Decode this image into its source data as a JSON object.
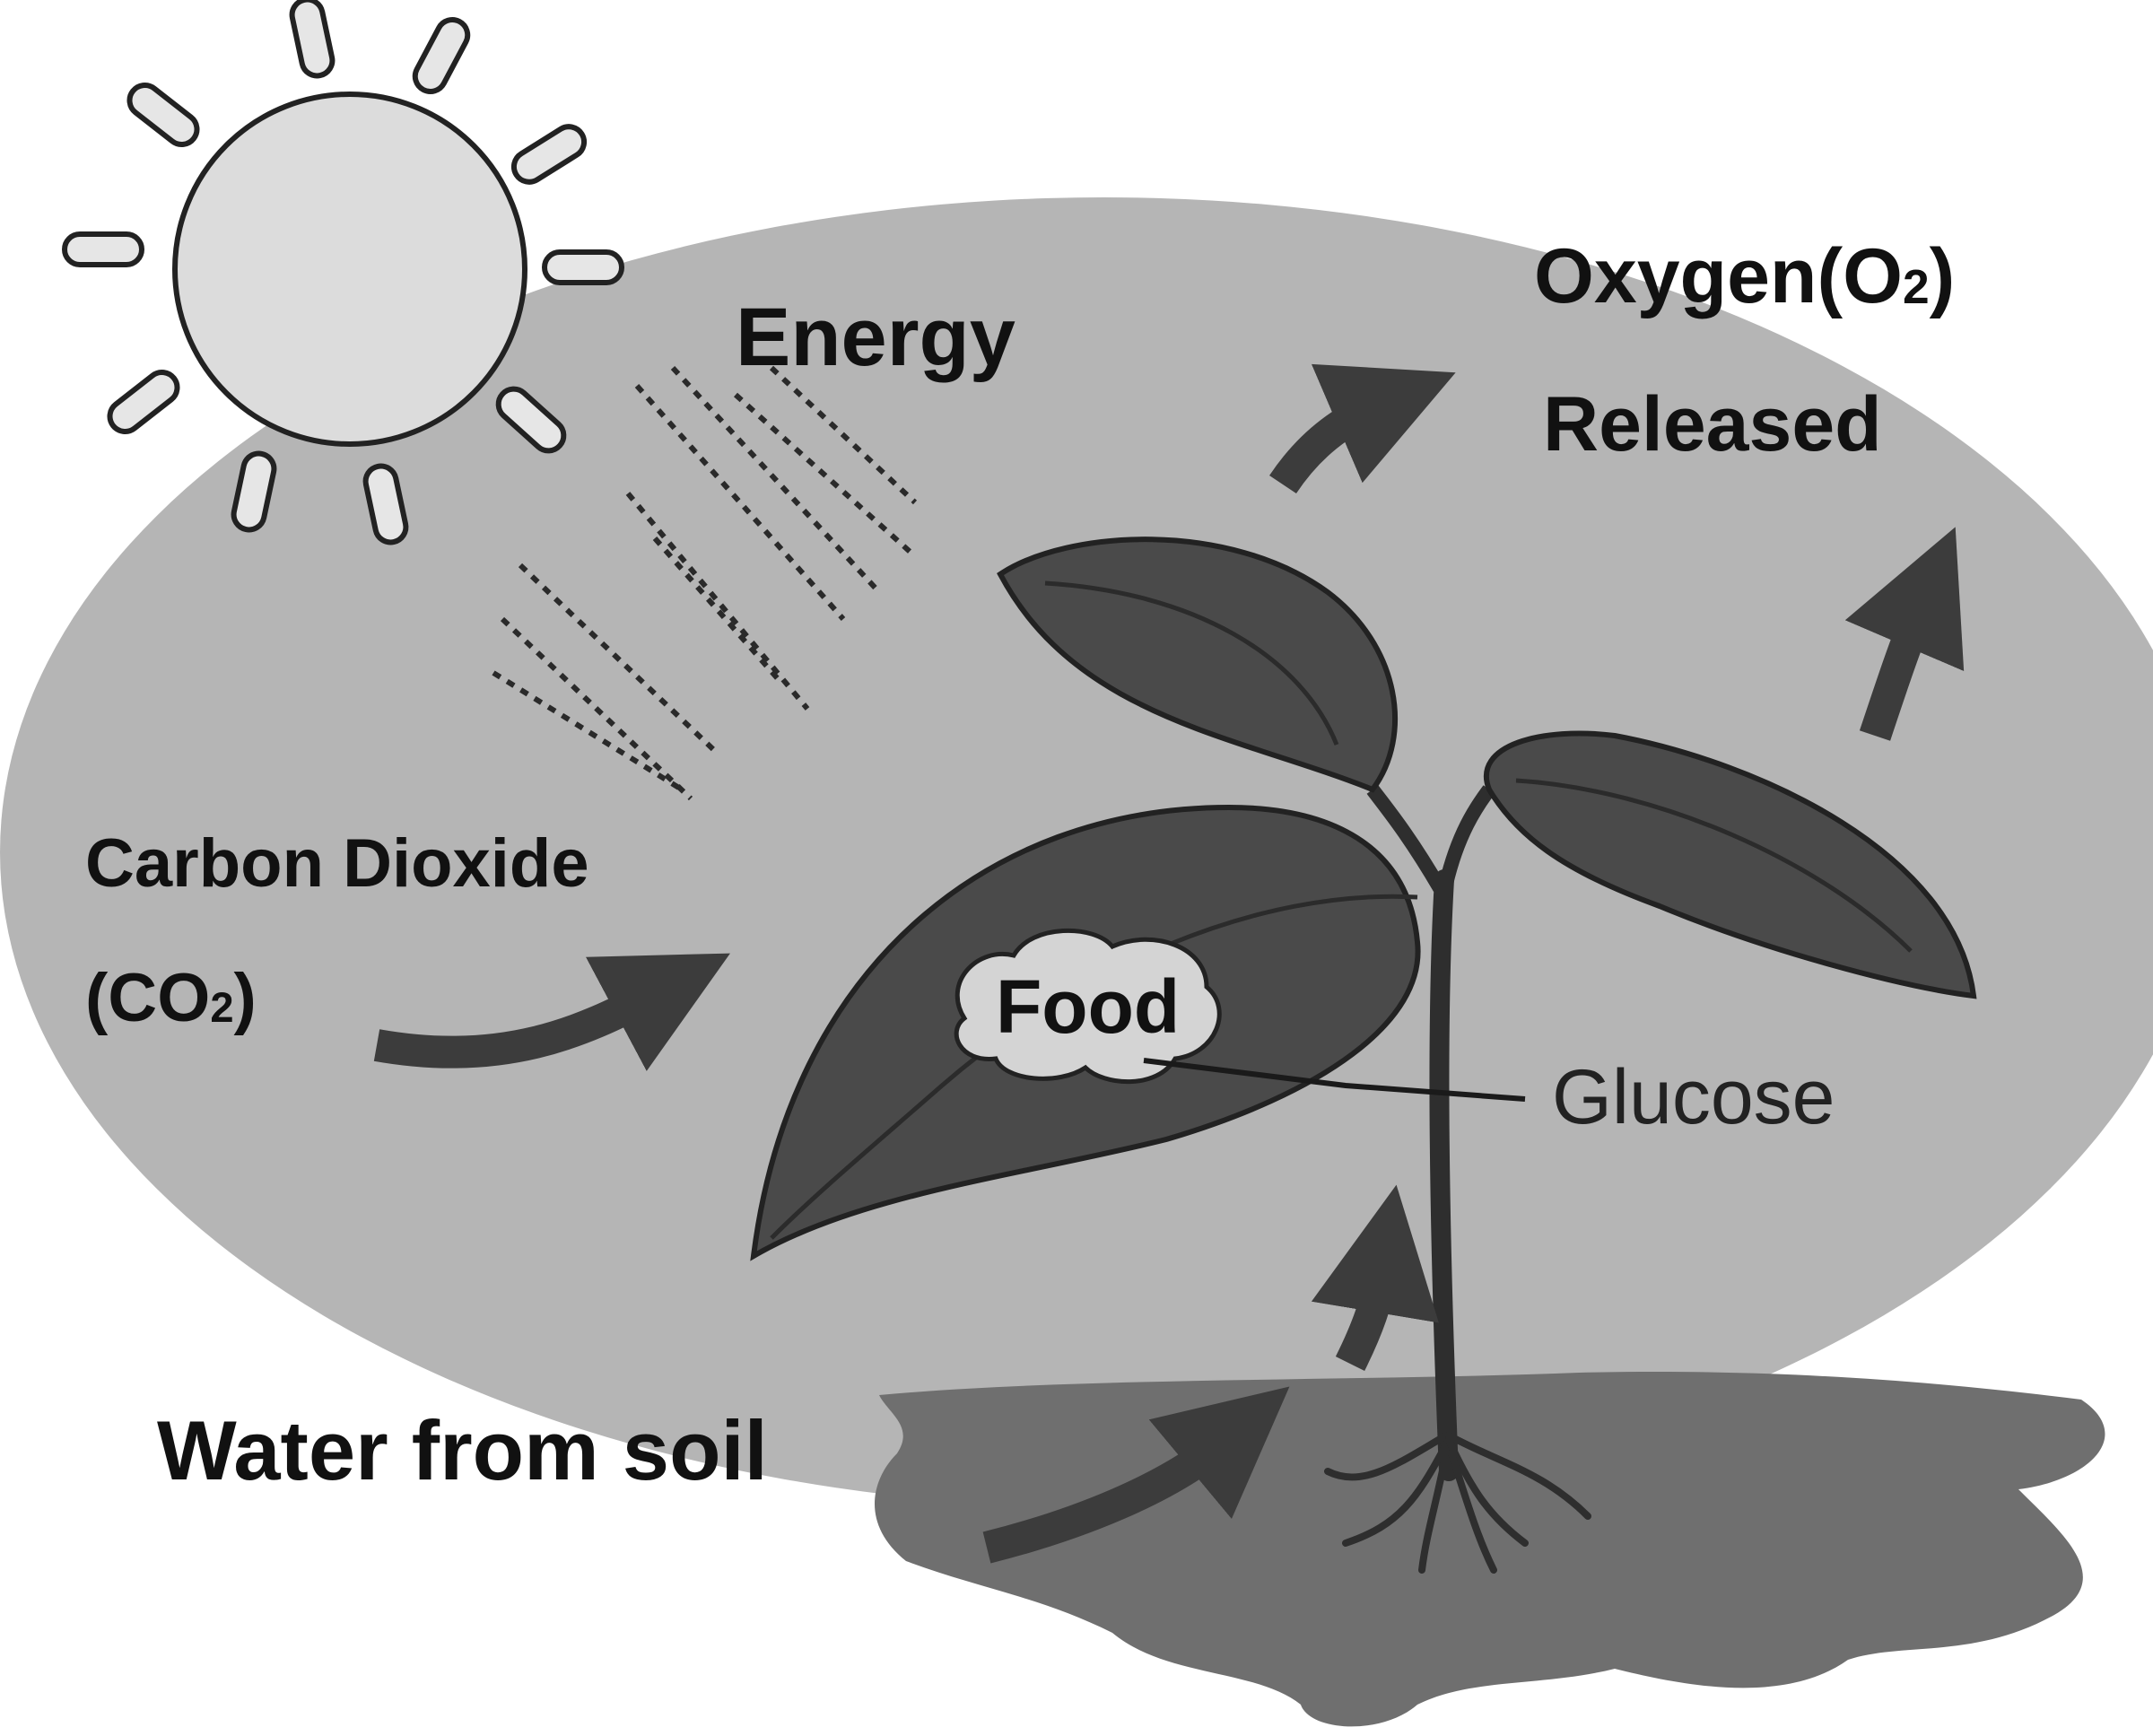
{
  "labels": {
    "energy": "Energy",
    "oxygen_line1": "Oxygen(O",
    "oxygen_sub": "2",
    "oxygen_close": ")",
    "oxygen_line2": "Released",
    "co2_line1": "Carbon Dioxide",
    "co2_line2_open": "(CO",
    "co2_sub": "2",
    "co2_close": ")",
    "food": "Food",
    "glucose": "Glucose",
    "water": "Water from soil"
  },
  "colors": {
    "background": "#ffffff",
    "sky_ellipse": "#b5b5b5",
    "sun_fill": "#dcdcdc",
    "outline": "#222222",
    "leaf_fill": "#4a4a4a",
    "leaf_dark": "#363636",
    "soil": "#6f6f6f",
    "arrow": "#3c3c3c",
    "food_cloud": "#d4d4d4"
  }
}
